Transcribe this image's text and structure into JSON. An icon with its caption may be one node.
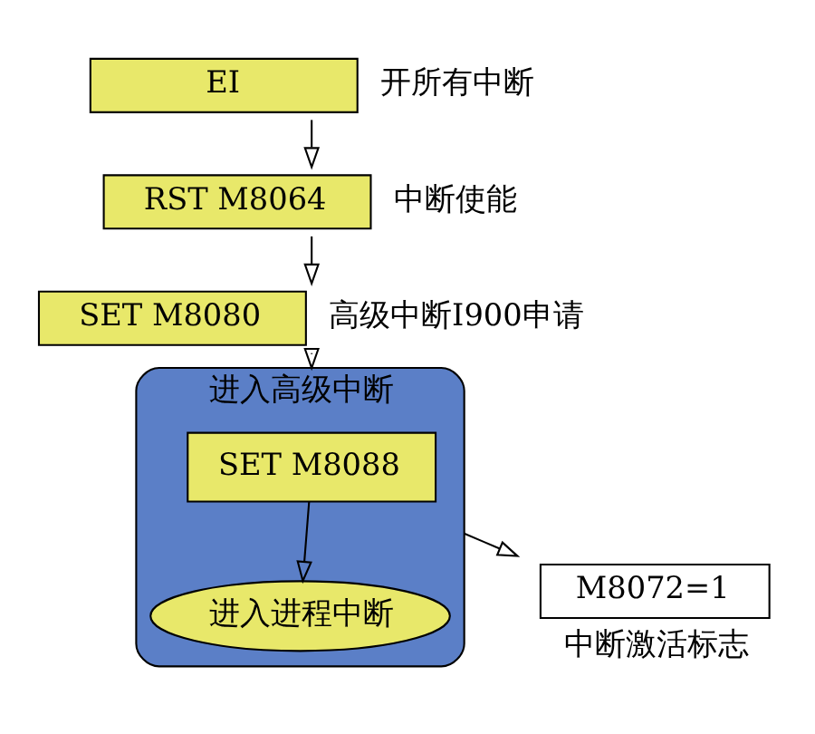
{
  "diagram": {
    "nodes": [
      {
        "text": [
          "EI"
        ],
        "beside": [
          "开所有中断"
        ]
      },
      {
        "text": [
          "RST M8064"
        ],
        "beside": [
          "中断使能"
        ]
      },
      {
        "text": [
          "SET M8080"
        ],
        "beside": [
          "高级中断I900申请"
        ]
      },
      {
        "text": [
          "进入高级中断"
        ]
      },
      {
        "text": [
          "SET M8088"
        ],
        "in": 3
      },
      {
        "text": [
          "进入进程中断"
        ],
        "in": 3
      },
      {
        "text": [
          "M8072=1"
        ],
        "beside": [
          "中断激活标志"
        ]
      }
    ],
    "edges": [
      {
        "from": 0,
        "to": 1,
        "arrow": "to"
      },
      {
        "from": 1,
        "to": 2,
        "arrow": "to"
      },
      {
        "from": 2,
        "to": 3,
        "arrow": "to"
      },
      {
        "from": 4,
        "to": 5,
        "arrow": "to"
      },
      {
        "from": 3,
        "to": 6,
        "arrow": "to"
      }
    ]
  }
}
